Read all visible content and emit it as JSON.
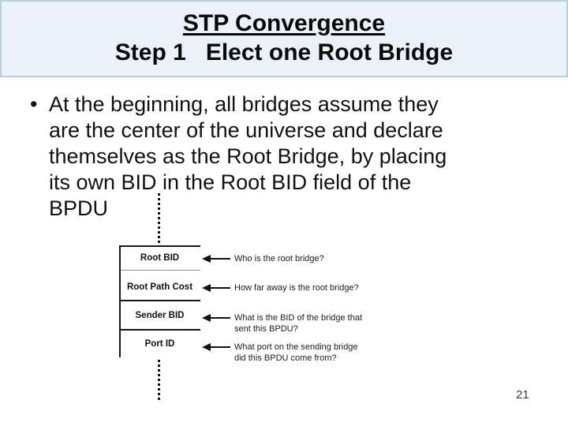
{
  "slide": {
    "header": {
      "title": "STP Convergence",
      "subtitle": "Step 1   Elect one Root Bridge"
    },
    "body": {
      "bullet": "•",
      "lines": [
        "At the beginning, all bridges assume they",
        "are the center of the universe and declare",
        "themselves as the Root Bridge, by placing",
        "its own BID in the Root BID field of the",
        "BPDU"
      ]
    },
    "diagram": {
      "fields": [
        "Root BID",
        "Root Path Cost",
        "Sender BID",
        "Port ID"
      ],
      "questions": [
        {
          "line1": "Who is the root bridge?",
          "line2": ""
        },
        {
          "line1": "How far away is the root bridge?",
          "line2": ""
        },
        {
          "line1": "What is the BID of the bridge that",
          "line2": "sent this BPDU?"
        },
        {
          "line1": "What port on the sending bridge",
          "line2": "did this BPDU come from?"
        }
      ]
    },
    "page_number": "21",
    "colors": {
      "header_bg": "#eaf1f9",
      "header_border": "#bccfdb",
      "text": "#111111",
      "line": "#161616"
    }
  }
}
